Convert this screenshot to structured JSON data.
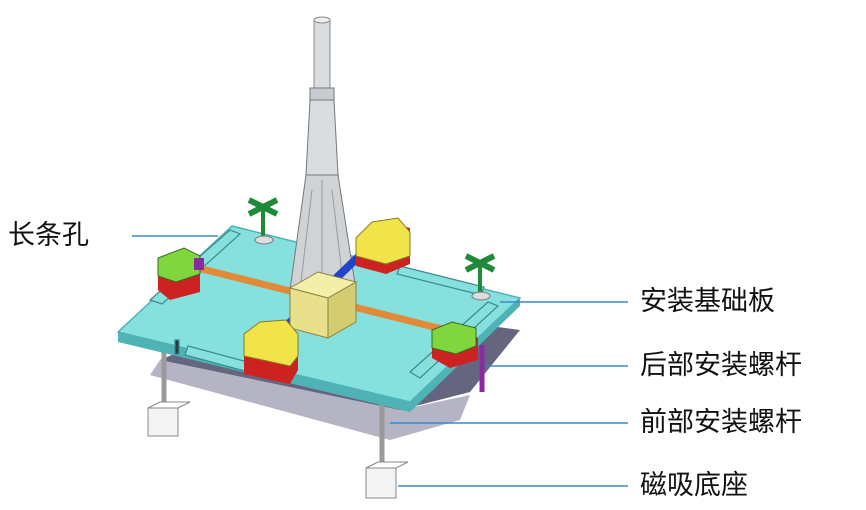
{
  "labels": {
    "slot": "长条孔",
    "base_plate": "安装基础板",
    "rear_bolt": "后部安装螺杆",
    "front_bolt": "前部安装螺杆",
    "magnetic_base": "磁吸底座"
  },
  "colors": {
    "plate": "#86e0de",
    "plate_edge": "#4fb3b6",
    "shadow": "#4a4a6a",
    "column": "#d9dde0",
    "hub": "#e8e08a",
    "clamp_yellow": "#f1e44a",
    "clamp_red": "#cc2222",
    "clamp_green": "#7fd63d",
    "rod_orange": "#e08a3a",
    "rod_blue": "#2244cc",
    "knob_green": "#1f8a3a",
    "bolt_purple": "#8a2aa0",
    "leader_line": "#3b87c9"
  }
}
